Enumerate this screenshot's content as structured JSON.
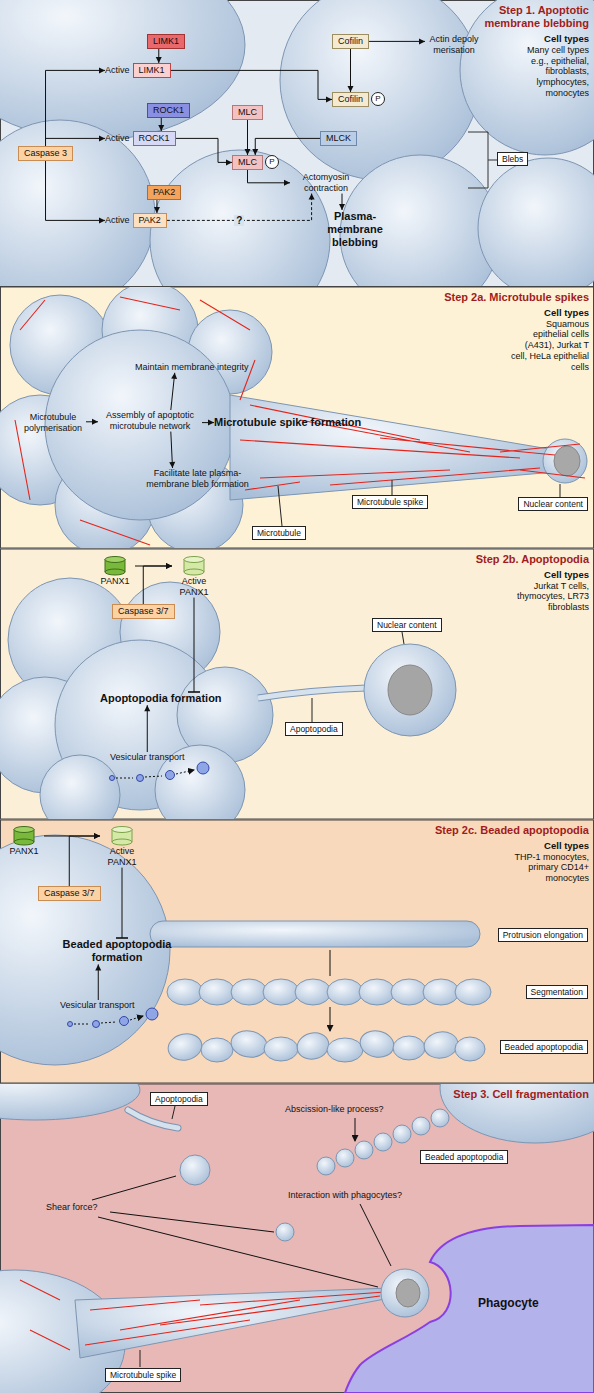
{
  "diagram": {
    "nodes": [
      {
        "text": [
          "Step 1. Apoptotic membrane blebbing",
          "Cell types",
          "Many cell types e.g., epithelial, fibroblasts, lymphocytes, monocytes"
        ]
      },
      {
        "text": [
          "LIMK1"
        ],
        "in": 0
      },
      {
        "text": [
          "Active",
          "LIMK1"
        ],
        "in": 0
      },
      {
        "text": [
          "Cofilin"
        ],
        "in": 0
      },
      {
        "text": [
          "Actin depoly merisation"
        ],
        "in": 0
      },
      {
        "text": [
          "Cofilin"
        ],
        "in": 0
      },
      {
        "text": [
          "P"
        ],
        "in": 0
      },
      {
        "text": [
          "ROCK1"
        ],
        "in": 0
      },
      {
        "text": [
          "Active",
          "ROCK1"
        ],
        "in": 0
      },
      {
        "text": [
          "MLC"
        ],
        "in": 0
      },
      {
        "text": [
          "MLCK"
        ],
        "in": 0
      },
      {
        "text": [
          "MLC"
        ],
        "in": 0
      },
      {
        "text": [
          "P"
        ],
        "in": 0
      },
      {
        "text": [
          "Caspase 3"
        ],
        "in": 0
      },
      {
        "text": [
          "PAK2"
        ],
        "in": 0
      },
      {
        "text": [
          "Active",
          "PAK2"
        ],
        "in": 0
      },
      {
        "text": [
          "Actomyosin contraction"
        ],
        "in": 0
      },
      {
        "text": [
          "Plasma-membrane blebbing"
        ],
        "in": 0
      },
      {
        "text": [
          "Blebs"
        ],
        "in": 0
      },
      {
        "text": [
          "Step 2a. Microtubule spikes",
          "Cell types",
          "Squamous epithelial cells (A431), Jurkat T cell, HeLa epithelial cells"
        ]
      },
      {
        "text": [
          "Maintain membrane integrity"
        ],
        "in": 19
      },
      {
        "text": [
          "Microtubule polymerisation"
        ],
        "in": 19
      },
      {
        "text": [
          "Assembly of apoptotic microtubule network"
        ],
        "in": 19
      },
      {
        "text": [
          "Microtubule spike formation"
        ],
        "in": 19
      },
      {
        "text": [
          "Facilitate late plasma-membrane bleb formation"
        ],
        "in": 19
      },
      {
        "text": [
          "Microtubule spike"
        ],
        "in": 19
      },
      {
        "text": [
          "Nuclear content"
        ],
        "in": 19
      },
      {
        "text": [
          "Microtubule"
        ],
        "in": 19
      },
      {
        "text": [
          "Step 2b. Apoptopodia",
          "Cell types",
          "Jurkat T cells, thymocytes, LR73 fibroblasts"
        ]
      },
      {
        "text": [
          "PANX1"
        ],
        "in": 28
      },
      {
        "text": [
          "Active PANX1"
        ],
        "in": 28
      },
      {
        "text": [
          "Caspase 3/7"
        ],
        "in": 28
      },
      {
        "text": [
          "Nuclear content"
        ],
        "in": 28
      },
      {
        "text": [
          "Apoptopodia formation"
        ],
        "in": 28
      },
      {
        "text": [
          "Apoptopodia"
        ],
        "in": 28
      },
      {
        "text": [
          "Vesicular transport"
        ],
        "in": 28
      },
      {
        "text": [
          "Step 2c. Beaded apoptopodia",
          "Cell types",
          "THP-1 monocytes, primary CD14+ monocytes"
        ]
      },
      {
        "text": [
          "PANX1"
        ],
        "in": 36
      },
      {
        "text": [
          "Active PANX1"
        ],
        "in": 36
      },
      {
        "text": [
          "Caspase 3/7"
        ],
        "in": 36
      },
      {
        "text": [
          "Beaded apoptopodia formation"
        ],
        "in": 36
      },
      {
        "text": [
          "Protrusion elongation"
        ],
        "in": 36
      },
      {
        "text": [
          "Vesicular transport"
        ],
        "in": 36
      },
      {
        "text": [
          "Segmentation"
        ],
        "in": 36
      },
      {
        "text": [
          "Beaded apoptopodia"
        ],
        "in": 36
      },
      {
        "text": [
          "Step 3. Cell fragmentation"
        ]
      },
      {
        "text": [
          "Apoptopodia"
        ],
        "in": 45
      },
      {
        "text": [
          "Abscission-like process?"
        ],
        "in": 45
      },
      {
        "text": [
          "Beaded apoptopodia"
        ],
        "in": 45
      },
      {
        "text": [
          "Shear force?"
        ],
        "in": 45
      },
      {
        "text": [
          "Interaction with phagocytes?"
        ],
        "in": 45
      },
      {
        "text": [
          "Microtubule spike"
        ],
        "in": 45
      }
    ],
    "edges": [
      {
        "from": 1,
        "to": 2,
        "arrow": "to"
      },
      {
        "from": 13,
        "to": 2,
        "arrow": "to"
      },
      {
        "from": 7,
        "to": 8,
        "arrow": "to"
      },
      {
        "from": 13,
        "to": 8,
        "arrow": "to"
      },
      {
        "from": 14,
        "to": 15,
        "arrow": "to"
      },
      {
        "from": 13,
        "to": 15,
        "arrow": "to"
      },
      {
        "from": 3,
        "to": 4,
        "arrow": "to"
      },
      {
        "from": 3,
        "to": 5,
        "arrow": "to"
      },
      {
        "from": 2,
        "to": 5,
        "arrow": "to"
      },
      {
        "from": 8,
        "to": 11,
        "arrow": "to"
      },
      {
        "from": 9,
        "to": 11,
        "arrow": "to"
      },
      {
        "from": 10,
        "to": 11,
        "arrow": "to"
      },
      {
        "from": 11,
        "to": 16,
        "arrow": "to"
      },
      {
        "from": 15,
        "to": 16,
        "label": "?",
        "arrow": "to"
      },
      {
        "from": 16,
        "to": 17,
        "arrow": "to"
      },
      {
        "from": 21,
        "to": 22,
        "arrow": "to"
      },
      {
        "from": 22,
        "to": 20,
        "arrow": "to"
      },
      {
        "from": 22,
        "to": 23,
        "arrow": "to"
      },
      {
        "from": 22,
        "to": 24,
        "arrow": "to"
      },
      {
        "from": 29,
        "to": 30,
        "arrow": "to"
      },
      {
        "from": 31,
        "to": 30,
        "arrow": "to"
      },
      {
        "from": 30,
        "to": 33,
        "arrow": "to"
      },
      {
        "from": 35,
        "to": 33,
        "arrow": "to"
      },
      {
        "from": 37,
        "to": 38,
        "arrow": "to"
      },
      {
        "from": 39,
        "to": 38,
        "arrow": "to"
      },
      {
        "from": 38,
        "to": 40,
        "arrow": "to"
      },
      {
        "from": 42,
        "to": 40,
        "arrow": "to"
      }
    ],
    "labels": [
      "Phagocyte"
    ]
  }
}
